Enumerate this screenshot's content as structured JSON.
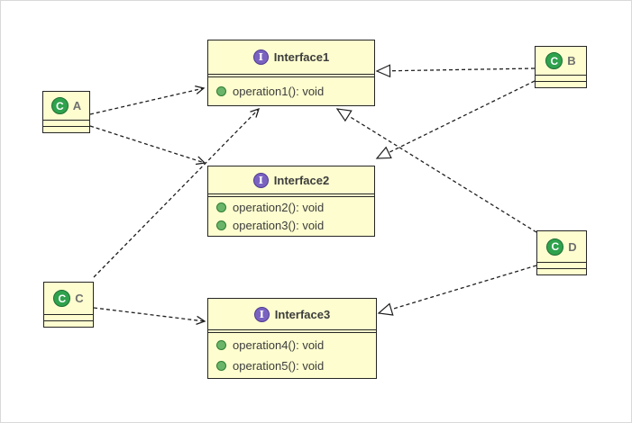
{
  "icons": {
    "interface_letter": "I",
    "class_letter": "C"
  },
  "nodes": {
    "interface1": {
      "name": "Interface1",
      "operations": [
        "operation1(): void"
      ]
    },
    "interface2": {
      "name": "Interface2",
      "operations": [
        "operation2(): void",
        "operation3(): void"
      ]
    },
    "interface3": {
      "name": "Interface3",
      "operations": [
        "operation4(): void",
        "operation5(): void"
      ]
    },
    "classA": {
      "name": "A"
    },
    "classB": {
      "name": "B"
    },
    "classC": {
      "name": "C"
    },
    "classD": {
      "name": "D"
    }
  },
  "colors": {
    "node_fill": "#fdfdcf",
    "node_border": "#262626",
    "edge": "#1f1f1f",
    "interface_icon": "#7a62c1",
    "class_icon": "#2fa24d",
    "operation_icon": "#6ab56a"
  },
  "edges": [
    {
      "from": "A",
      "to": "Interface1",
      "type": "dependency",
      "points": [
        99,
        126,
        225,
        97
      ]
    },
    {
      "from": "A",
      "to": "Interface2",
      "type": "dependency",
      "points": [
        99,
        139,
        226,
        180
      ]
    },
    {
      "from": "C",
      "to": "Interface1",
      "type": "dependency",
      "points": [
        103,
        307,
        286,
        120
      ]
    },
    {
      "from": "C",
      "to": "Interface3",
      "type": "dependency",
      "points": [
        103,
        341,
        226,
        356
      ]
    },
    {
      "from": "B",
      "to": "Interface1",
      "type": "realization",
      "points": [
        592,
        75,
        417,
        78
      ]
    },
    {
      "from": "B",
      "to": "Interface2",
      "type": "realization",
      "points": [
        592,
        89,
        417,
        175
      ]
    },
    {
      "from": "D",
      "to": "Interface1",
      "type": "realization",
      "points": [
        594,
        257,
        373,
        120
      ]
    },
    {
      "from": "D",
      "to": "Interface3",
      "type": "realization",
      "points": [
        594,
        294,
        419,
        347
      ]
    }
  ]
}
